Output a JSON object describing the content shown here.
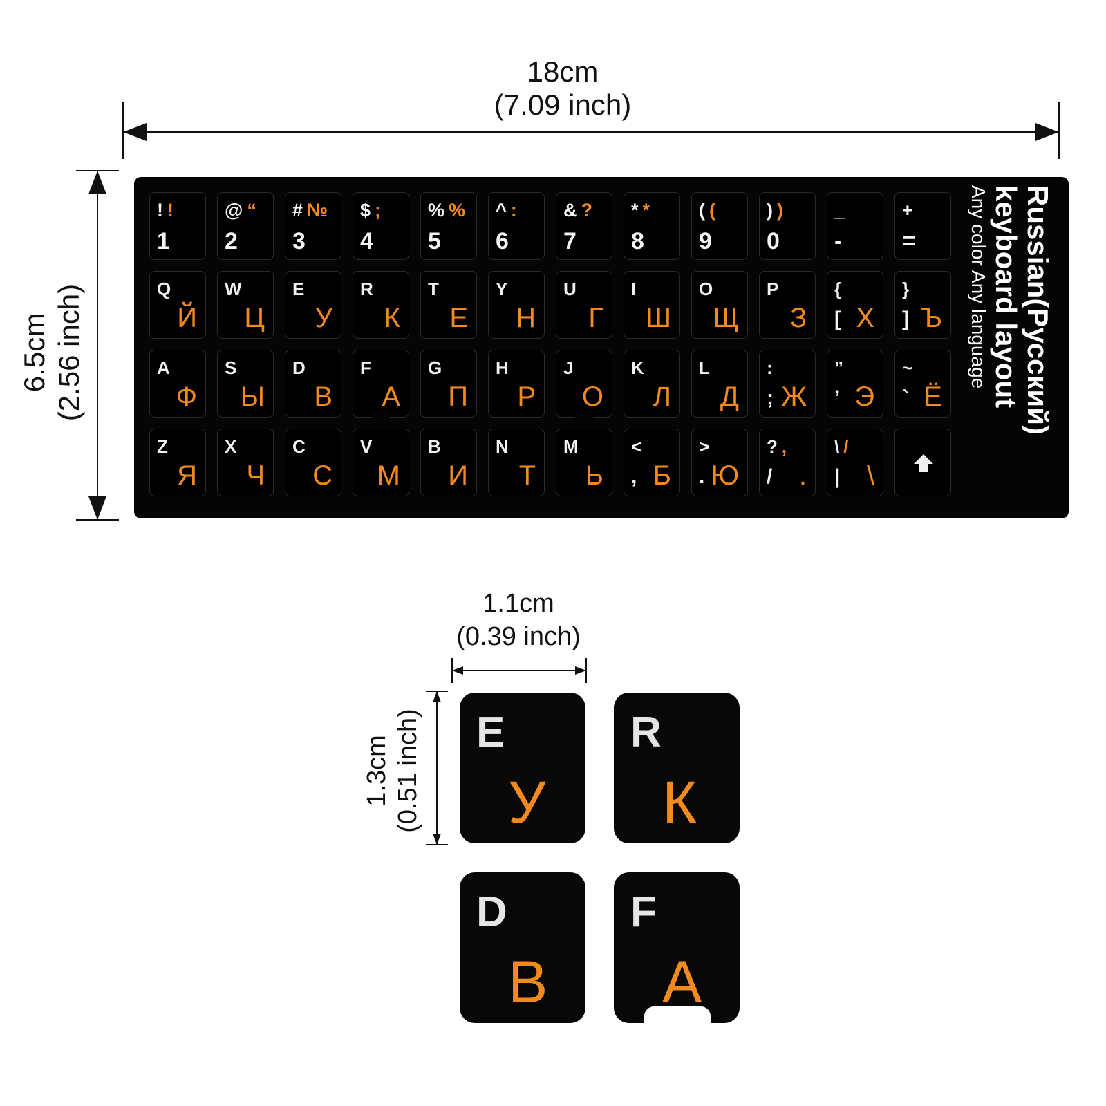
{
  "dimensions": {
    "width_cm": "18cm",
    "width_inch": "(7.09 inch)",
    "height_cm": "6.5cm",
    "height_inch": "(2.56 inch)",
    "key_width_cm": "1.1cm",
    "key_width_inch": "(0.39 inch)",
    "key_height_cm": "1.3cm",
    "key_height_inch": "(0.51 inch)"
  },
  "side_label": {
    "line1": "Russian(Русский)",
    "line2": "keyboard    layout",
    "line3": "Any color  Any language"
  },
  "row1": [
    {
      "t1": "!",
      "t2": "!",
      "b": "1"
    },
    {
      "t1": "@",
      "t2": "“",
      "b": "2"
    },
    {
      "t1": "#",
      "t2": "№",
      "b": "3"
    },
    {
      "t1": "$",
      "t2": ";",
      "b": "4"
    },
    {
      "t1": "%",
      "t2": "%",
      "b": "5"
    },
    {
      "t1": "^",
      "t2": ":",
      "b": "6"
    },
    {
      "t1": "&",
      "t2": "?",
      "b": "7"
    },
    {
      "t1": "*",
      "t2": "*",
      "b": "8"
    },
    {
      "t1": "(",
      "t2": "(",
      "b": "9"
    },
    {
      "t1": ")",
      "t2": ")",
      "b": "0"
    },
    {
      "t1": "_",
      "t2": "",
      "b": "-"
    },
    {
      "t1": "+",
      "t2": "",
      "b": "="
    }
  ],
  "row2": [
    {
      "lat": "Q",
      "cyr": "Й"
    },
    {
      "lat": "W",
      "cyr": "Ц"
    },
    {
      "lat": "E",
      "cyr": "У"
    },
    {
      "lat": "R",
      "cyr": "К"
    },
    {
      "lat": "T",
      "cyr": "Е"
    },
    {
      "lat": "Y",
      "cyr": "Н"
    },
    {
      "lat": "U",
      "cyr": "Г"
    },
    {
      "lat": "I",
      "cyr": "Ш"
    },
    {
      "lat": "O",
      "cyr": "Щ"
    },
    {
      "lat": "P",
      "cyr": "З"
    },
    {
      "lat": "{",
      "pre": "[",
      "cyr": "Х"
    },
    {
      "lat": "}",
      "pre": "]",
      "cyr": "Ъ"
    }
  ],
  "row3": [
    {
      "lat": "A",
      "cyr": "Ф"
    },
    {
      "lat": "S",
      "cyr": "Ы"
    },
    {
      "lat": "D",
      "cyr": "В"
    },
    {
      "lat": "F",
      "cyr": "А"
    },
    {
      "lat": "G",
      "cyr": "П"
    },
    {
      "lat": "H",
      "cyr": "Р"
    },
    {
      "lat": "J",
      "cyr": "О"
    },
    {
      "lat": "K",
      "cyr": "Л"
    },
    {
      "lat": "L",
      "cyr": "Д"
    },
    {
      "lat": ":",
      "pre": ";",
      "cyr": "Ж"
    },
    {
      "lat": "”",
      "pre": "’",
      "cyr": "Э"
    },
    {
      "lat": "~",
      "pre": "`",
      "cyr": "Ё"
    }
  ],
  "row4": [
    {
      "lat": "Z",
      "cyr": "Я"
    },
    {
      "lat": "X",
      "cyr": "Ч"
    },
    {
      "lat": "C",
      "cyr": "С"
    },
    {
      "lat": "V",
      "cyr": "М"
    },
    {
      "lat": "B",
      "cyr": "И"
    },
    {
      "lat": "N",
      "cyr": "Т"
    },
    {
      "lat": "M",
      "cyr": "Ь"
    },
    {
      "lat": "<",
      "pre": ",",
      "cyr": "Б"
    },
    {
      "lat": ">",
      "pre": ".",
      "cyr": "Ю"
    },
    {
      "lat": "?",
      "t2": ",",
      "pre": "/",
      "cyr": "."
    },
    {
      "lat": "\\",
      "t2": "/",
      "pre": "|",
      "cyr": "\\"
    },
    {
      "icon": "shift-arrow-icon"
    }
  ],
  "big_keys": [
    {
      "lat": "E",
      "cyr": "У"
    },
    {
      "lat": "R",
      "cyr": "К"
    },
    {
      "lat": "D",
      "cyr": "В"
    },
    {
      "lat": "F",
      "cyr": "А"
    }
  ],
  "colors": {
    "sheet": "#050505",
    "latin": "#f2f2f2",
    "cyrillic": "#f28a1e"
  }
}
